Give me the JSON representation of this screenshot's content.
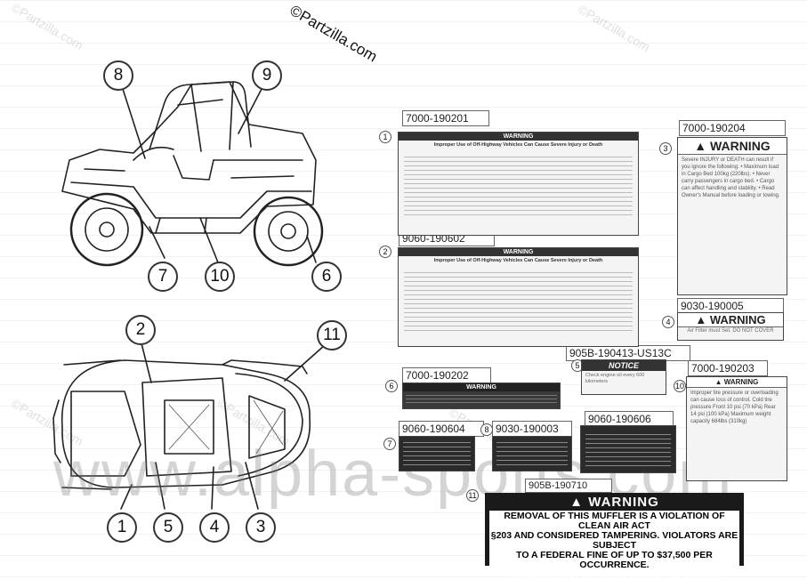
{
  "copyright": "©Partzilla.com",
  "watermark_small": "©Partzilla.com",
  "watermark_large": "www.alpha-sports.com",
  "callouts": [
    "8",
    "9",
    "7",
    "10",
    "6",
    "2",
    "11",
    "1",
    "5",
    "4",
    "3"
  ],
  "label_indices": [
    "1",
    "2",
    "3",
    "4",
    "5",
    "6",
    "7",
    "8",
    "10",
    "11"
  ],
  "part_numbers": {
    "p1": "7000-190201",
    "p2": "9060-190602",
    "p3": "7000-190204",
    "p4": "9030-190005",
    "p5": "905B-190413-US13C",
    "p6": "7000-190202",
    "p7": "9060-190604",
    "p8": "9030-190003",
    "p9": "9060-190606",
    "p10": "7000-190203",
    "p11": "905B-190710"
  },
  "labels": {
    "warning": "WARNING",
    "notice": "NOTICE",
    "label1_heading": "Improper Use of Off-Highway Vehicles Can Cause Severe Injury or Death",
    "label2_heading": "Improper Use of Off-Highway Vehicles Can Cause Severe Injury or Death",
    "label3_text": "Severe INJURY or DEATH can result if you ignore the following: • Maximum load in Cargo Bed 100kg (220lbs). • Never carry passengers in cargo bed. • Cargo can affect handling and stability. • Read Owner's Manual before loading or towing.",
    "label4_text": "Air Filter must Set. DO NOT COVER",
    "label5_text": "Check engine oil every 600 kilometers",
    "label10_text": "Improper tire pressure or overloading can cause loss of control. Cold tire pressure Front 10 psi (70 kPa) Rear 14 psi (100 kPa) Maximum weight capacity 684lbs (310kg)",
    "muffler_title": "WARNING",
    "muffler_text_1": "REMOVAL OF THIS MUFFLER IS A VIOLATION OF CLEAN AIR ACT",
    "muffler_text_2": "§203 AND CONSIDERED TAMPERING. VIOLATORS ARE SUBJECT",
    "muffler_text_3": "TO A FEDERAL FINE OF UP TO $37,500 PER OCCURRENCE.",
    "muffler_footer": "This label may NOT be removed except by the consumer."
  }
}
